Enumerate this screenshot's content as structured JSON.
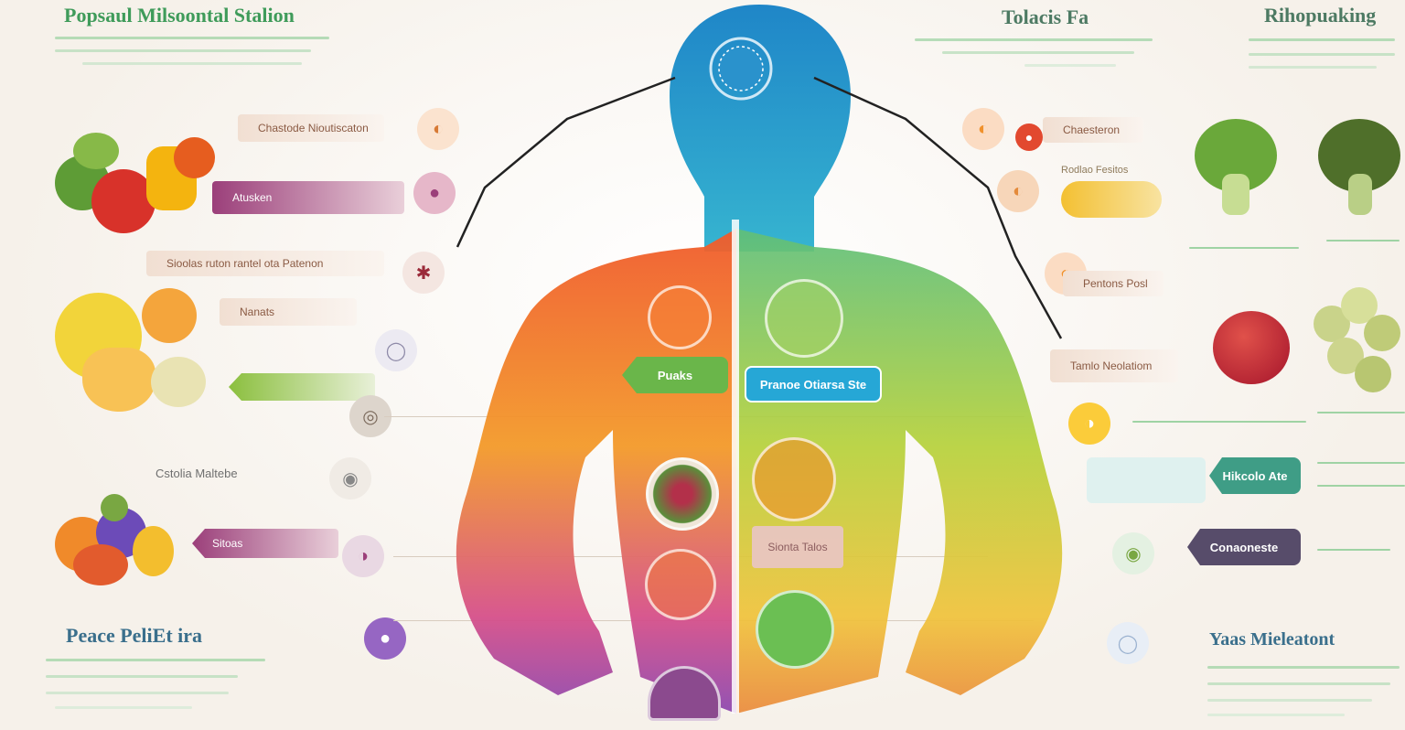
{
  "titles": {
    "top_left": "Popsaul Milsoontal Stalion",
    "top_center_right": "Tolacis Fa",
    "top_right": "Rihopuaking",
    "bottom_left": "Peace PeliEt ira",
    "bottom_right": "Yaas Mieleatont"
  },
  "left_labels": {
    "row1": "Chastode Nioutiscaton",
    "row2": "Atusken",
    "row3": "Sioolas ruton rantel ota Patenon",
    "row4": "Nanats",
    "row5": "Cstolia Maltebe",
    "row6": "Sitoas"
  },
  "body_labels": {
    "left_callout": "Puaks",
    "right_callout": "Pranoe Otiarsa Ste",
    "belly_box": "Sionta Talos"
  },
  "right_labels": {
    "row1": "Chaesteron",
    "row2": "Rodlao Fesitos",
    "row3": "Pentons Posl",
    "row4": "Tamlo Neolatiom",
    "row5": "Hikcolo Ate",
    "row6": "Conaoneste"
  },
  "colors": {
    "accent_green": "#3f9b5a",
    "accent_plum": "#8e3a72",
    "head_blue": "#1b8fc4",
    "torso_orange": "#f0782e",
    "torso_green": "#a8c83a"
  },
  "icons": [
    "fruit-bowl-icon",
    "apple-icon",
    "broccoli-icon",
    "grapes-icon",
    "orange-icon",
    "berries-icon",
    "banana-icon",
    "salad-icon"
  ]
}
